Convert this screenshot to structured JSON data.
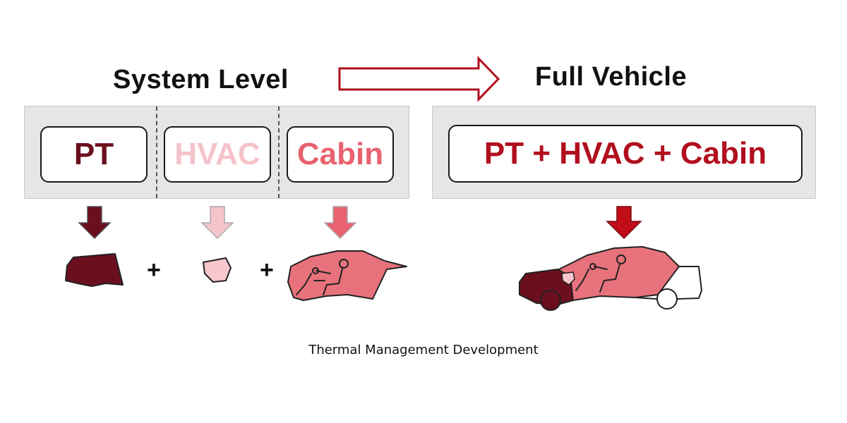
{
  "headings": {
    "system_level": "System Level",
    "full_vehicle": "Full Vehicle"
  },
  "system_boxes": {
    "pt": "PT",
    "hvac": "HVAC",
    "cabin": "Cabin"
  },
  "full_box": "PT + HVAC + Cabin",
  "operators": {
    "plus1": "+",
    "plus2": "+"
  },
  "caption": "Thermal Management Development",
  "colors": {
    "pt": "#6b0f1e",
    "hvac": "#f4c3ca",
    "cabin": "#e8626f",
    "full": "#b10f1e",
    "panel": "#e6e6e6",
    "transition_arrow": "#b10f1e"
  },
  "icons": [
    "engine-silhouette",
    "hvac-unit-silhouette",
    "cabin-occupants-silhouette",
    "full-vehicle-silhouette",
    "hollow-right-arrow",
    "down-arrow"
  ]
}
